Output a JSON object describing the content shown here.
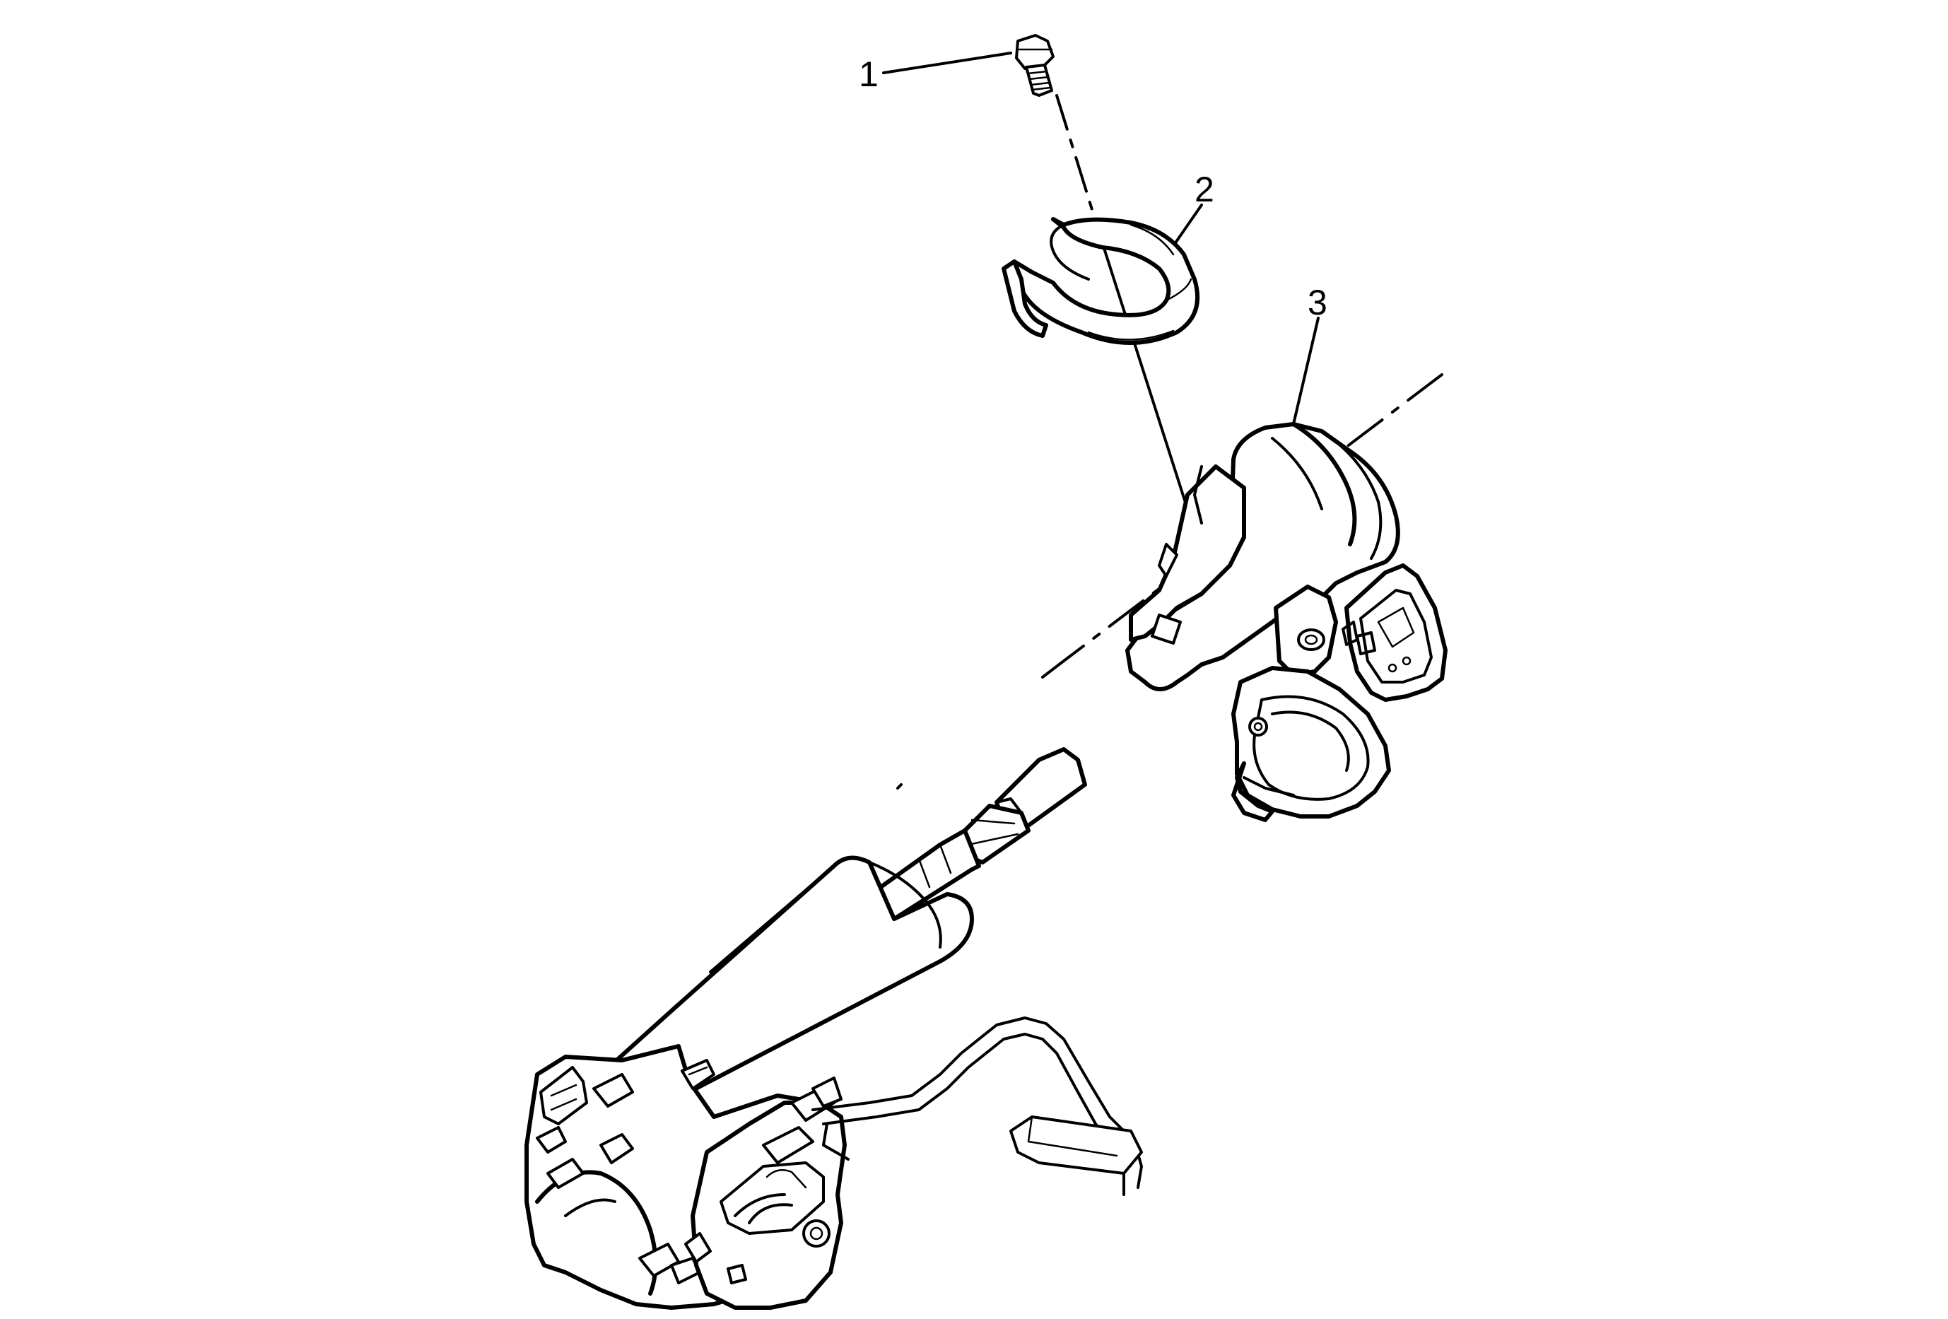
{
  "callouts": [
    {
      "id": "1",
      "label": "1"
    },
    {
      "id": "2",
      "label": "2"
    },
    {
      "id": "3",
      "label": "3"
    }
  ],
  "colors": {
    "background": "#ffffff",
    "line": "#000000"
  }
}
